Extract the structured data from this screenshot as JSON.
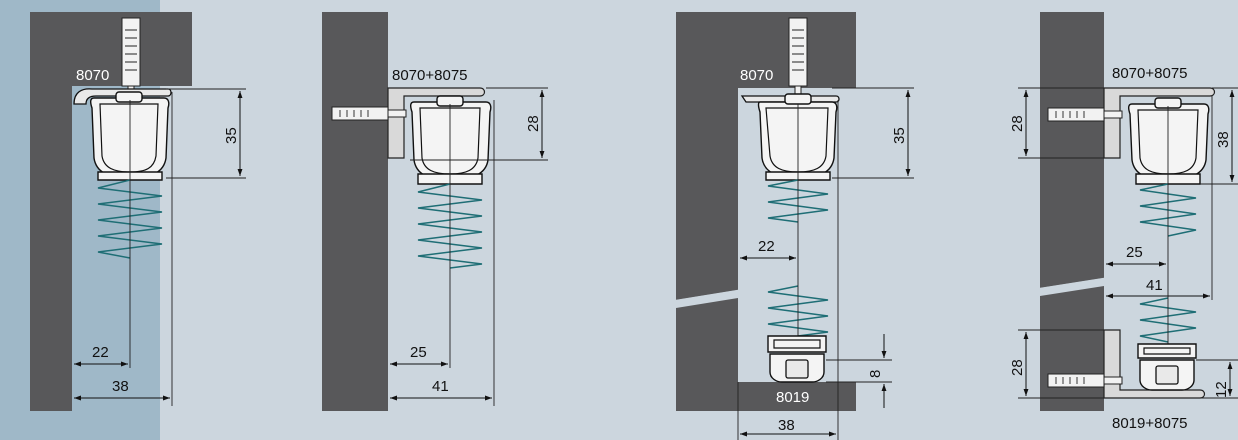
{
  "colors": {
    "background": "#ccd6de",
    "highlight_panel": "#9fb8c8",
    "wall": "#58585a",
    "spring": "#1e6e75",
    "bracket": "#d9d9d9"
  },
  "panels": [
    {
      "model_label": "8070",
      "dimensions": {
        "profile_height": "35",
        "inner_width": "22",
        "total_width": "38"
      }
    },
    {
      "model_label": "8070+8075",
      "dimensions": {
        "profile_height": "28",
        "inner_width": "25",
        "total_width": "41"
      }
    },
    {
      "model_label": "8070",
      "bottom_label": "8019",
      "dimensions": {
        "profile_height": "35",
        "inner_width": "22",
        "bottom_height": "8",
        "total_width": "38"
      }
    },
    {
      "model_label": "8070+8075",
      "bottom_label": "8019+8075",
      "dimensions": {
        "bracket_top": "28",
        "profile_height": "38",
        "inner_width": "25",
        "outer_width": "41",
        "bracket_bottom": "28",
        "bottom_height": "12"
      }
    }
  ]
}
